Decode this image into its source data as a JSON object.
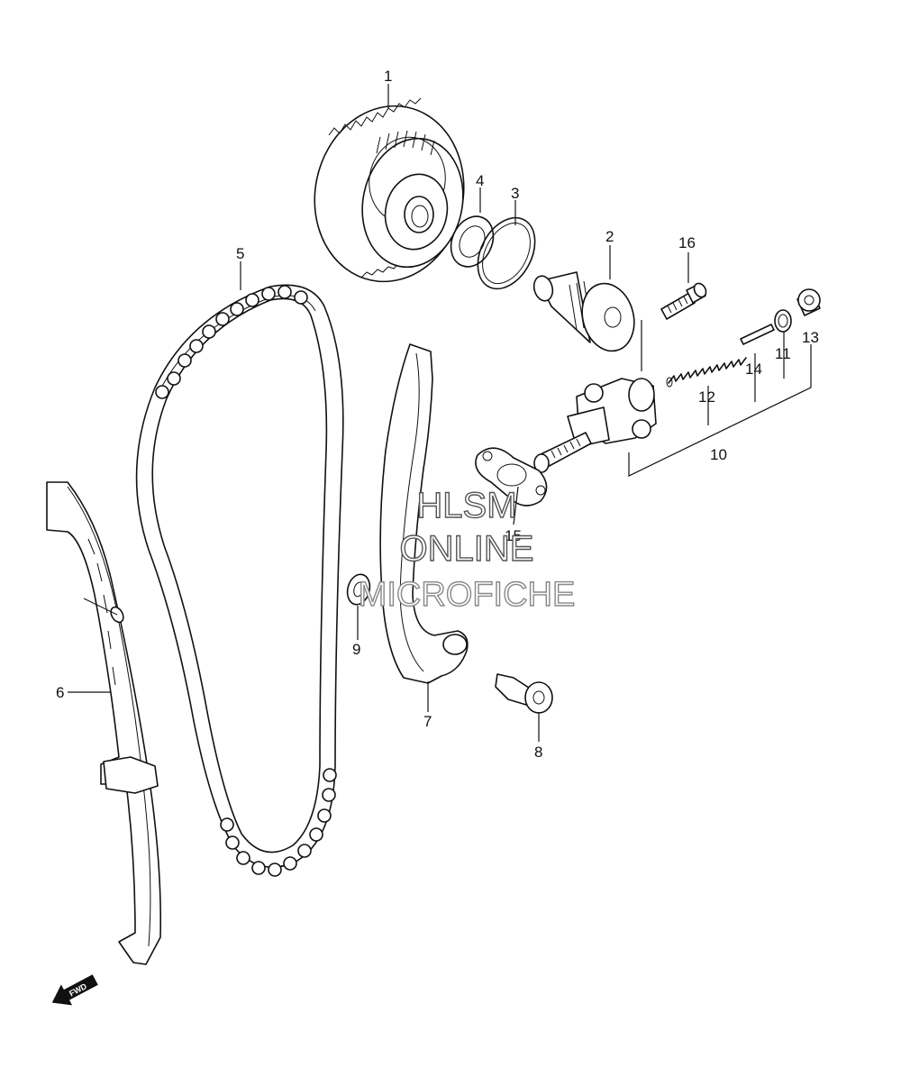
{
  "callouts": {
    "c1": "1",
    "c2": "2",
    "c3": "3",
    "c4": "4",
    "c5": "5",
    "c6": "6",
    "c7": "7",
    "c8": "8",
    "c9": "9",
    "c10": "10",
    "c11": "11",
    "c12": "12",
    "c13": "13",
    "c14": "14",
    "c15": "15",
    "c16": "16"
  },
  "watermark": {
    "line1": "HLSM",
    "line2": "ONLINE",
    "line3": "MICROFICHE"
  },
  "direction_label": "FWD"
}
